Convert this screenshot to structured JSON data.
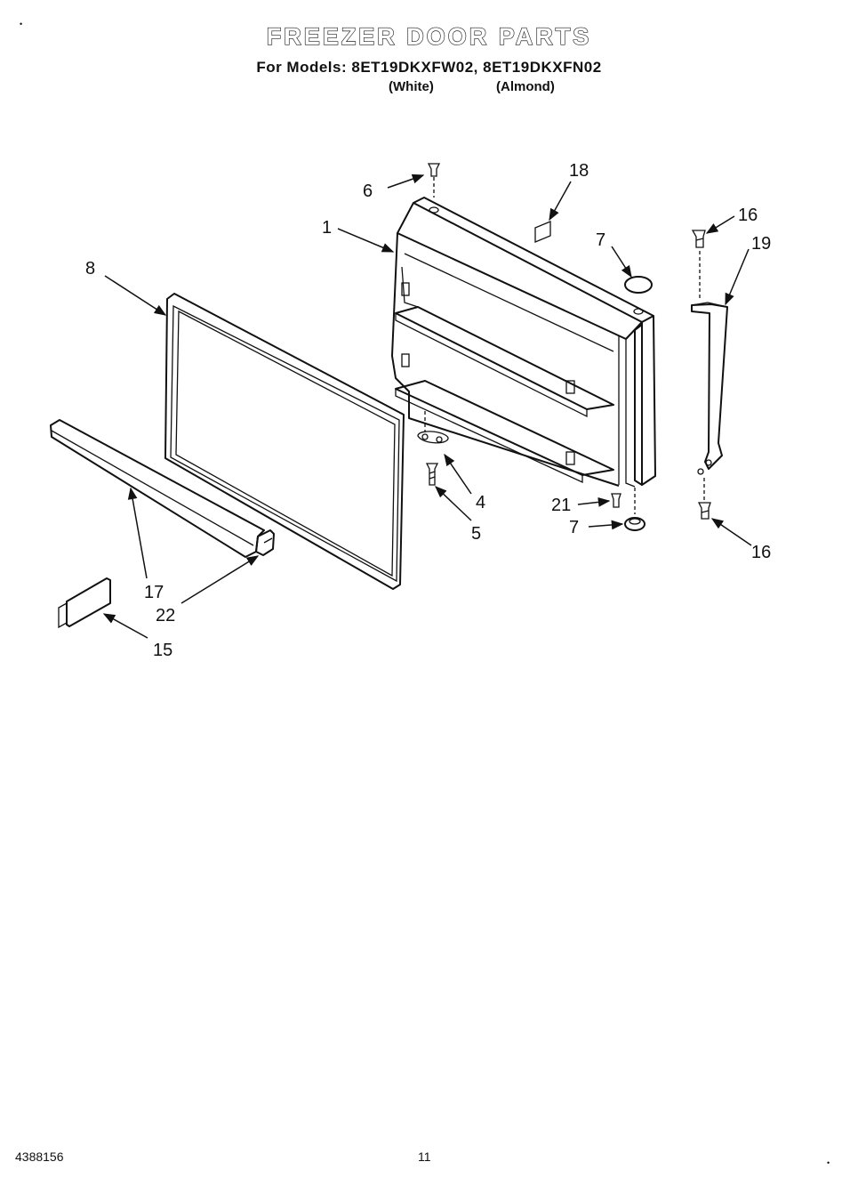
{
  "header": {
    "title": "FREEZER DOOR PARTS",
    "models_line": "For Models: 8ET19DKXFW02, 8ET19DKXFN02",
    "variant_white": "(White)",
    "variant_almond": "(Almond)"
  },
  "callouts": {
    "c1": "1",
    "c4": "4",
    "c5": "5",
    "c6": "6",
    "c7a": "7",
    "c7b": "7",
    "c8": "8",
    "c15": "15",
    "c16a": "16",
    "c16b": "16",
    "c17": "17",
    "c18": "18",
    "c19": "19",
    "c21": "21",
    "c22": "22"
  },
  "footer": {
    "doc_number": "4388156",
    "page_number": "11"
  }
}
